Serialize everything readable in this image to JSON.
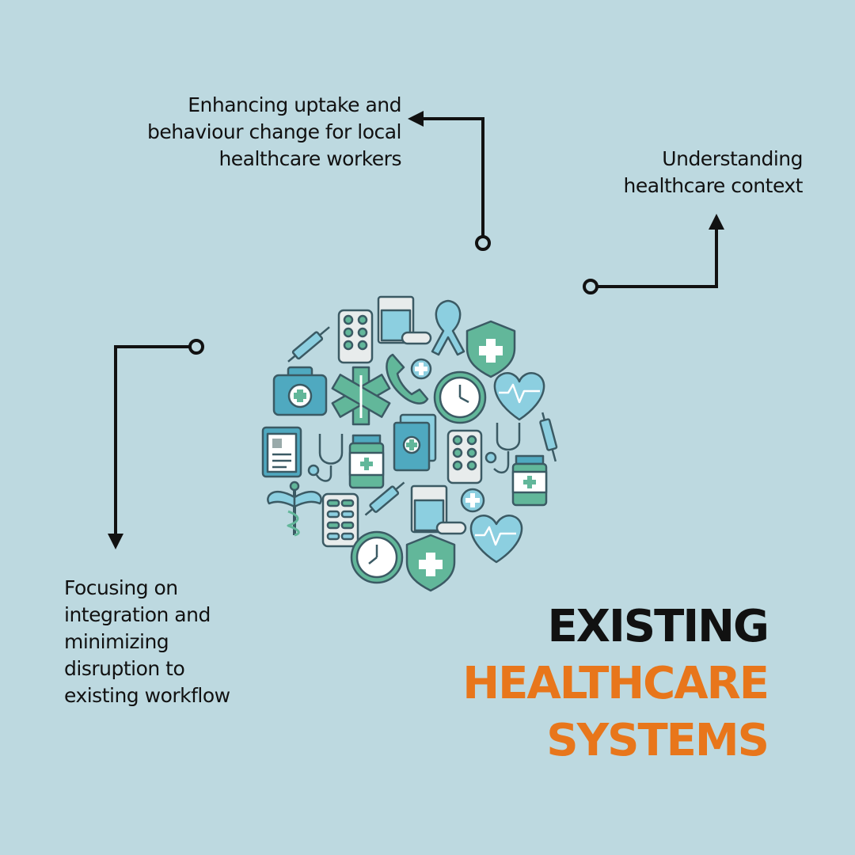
{
  "labels": {
    "top": "Enhancing uptake and behaviour change for local healthcare workers",
    "right": "Understanding healthcare context",
    "left": "Focusing on integration and minimizing disruption to existing workflow"
  },
  "title": {
    "line1": "EXISTING",
    "line2": "HEALTHCARE",
    "line3": "SYSTEMS"
  },
  "colors": {
    "background": "#bdd9e0",
    "title_dark": "#111111",
    "title_accent": "#e8761b",
    "teal": "#4fa9c0",
    "green": "#62b79a",
    "outline": "#3b5a64"
  }
}
